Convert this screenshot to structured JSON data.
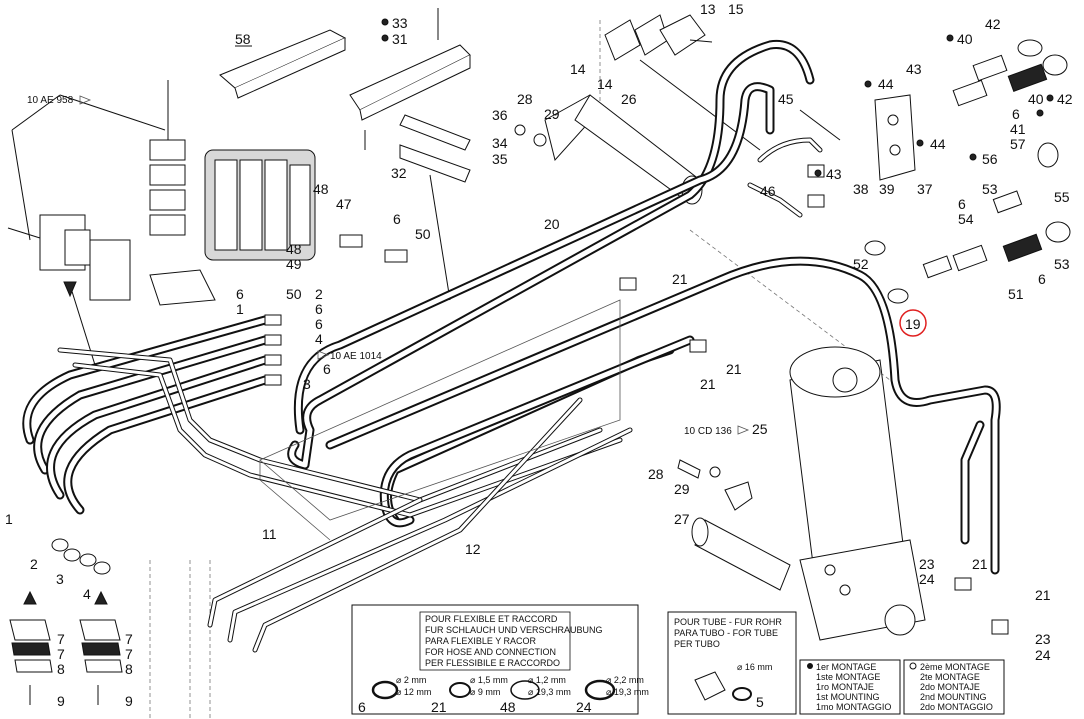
{
  "refs": {
    "r_10ae958": "10 AE 958",
    "r_10ae1014": "10 AE 1014",
    "r_10cd136": "10 CD 136"
  },
  "callouts": {
    "c58": "58",
    "c33": "33",
    "c31": "31",
    "c36": "36",
    "c28a": "28",
    "c29a": "29",
    "c34": "34",
    "c35": "35",
    "c32": "32",
    "c13": "13",
    "c15": "15",
    "c14a": "14",
    "c14b": "14",
    "c26": "26",
    "c45": "45",
    "c46": "46",
    "c42a": "42",
    "c42b": "42",
    "c40a": "40",
    "c40b": "40",
    "c43a": "43",
    "c44a": "44",
    "c6a": "6",
    "c41": "41",
    "c57": "57",
    "c44b": "44",
    "c56": "56",
    "c43b": "43",
    "c38": "38",
    "c39": "39",
    "c37": "37",
    "c53a": "53",
    "c55": "55",
    "c6b": "6",
    "c54": "54",
    "c53b": "53",
    "c52": "52",
    "c51": "51",
    "c6c": "6",
    "c19": "19",
    "c48a": "48",
    "c47": "47",
    "c6d": "6",
    "c50a": "50",
    "c48b": "48",
    "c49": "49",
    "c50b": "50",
    "c20": "20",
    "c21a": "21",
    "c6e": "6",
    "c1a": "1",
    "c2a": "2",
    "c6f": "6",
    "c6g": "6",
    "c4a": "4",
    "c6h": "6",
    "c3a": "3",
    "c21b": "21",
    "c21c": "21",
    "c25": "25",
    "c28b": "28",
    "c29b": "29",
    "c27": "27",
    "c1b": "1",
    "c2b": "2",
    "c3b": "3",
    "c4b": "4",
    "c11": "11",
    "c12": "12",
    "c7a": "7",
    "c7b": "7",
    "c8a": "8",
    "c7c": "7",
    "c7d": "7",
    "c8b": "8",
    "c9a": "9",
    "c9b": "9",
    "c23a": "23",
    "c24a": "24",
    "c21d": "21",
    "c21e": "21",
    "c23b": "23",
    "c24b": "24"
  },
  "legend": {
    "hose": [
      "POUR FLEXIBLE ET RACCORD",
      "FUR SCHLAUCH UND VERSCHRAUBUNG",
      "PARA FLEXIBLE Y RACOR",
      "FOR HOSE AND CONNECTION",
      "PER FLESSIBILE E RACCORDO"
    ],
    "tube": [
      "POUR TUBE - FUR ROHR",
      "PARA TUBO - FOR TUBE",
      "PER TUBO"
    ],
    "mount1": [
      "1er MONTAGE",
      "1ste MONTAGE",
      "1ro MONTAJE",
      "1st MOUNTING",
      "1mo MONTAGGIO"
    ],
    "mount2": [
      "2ème MONTAGE",
      "2te MONTAGE",
      "2do MONTAJE",
      "2nd MOUNTING",
      "2do MONTAGGIO"
    ],
    "seals": [
      {
        "id": "6",
        "a": "⌀ 2 mm",
        "b": "⌀ 12 mm"
      },
      {
        "id": "21",
        "a": "⌀ 1,5 mm",
        "b": "⌀ 9 mm"
      },
      {
        "id": "48",
        "a": "⌀ 1,2 mm",
        "b": "⌀ 19,3 mm"
      },
      {
        "id": "24",
        "a": "⌀ 2,2 mm",
        "b": "⌀ 19,3 mm"
      }
    ],
    "tubeSeal": {
      "d": "⌀ 16 mm",
      "id": "5"
    }
  }
}
